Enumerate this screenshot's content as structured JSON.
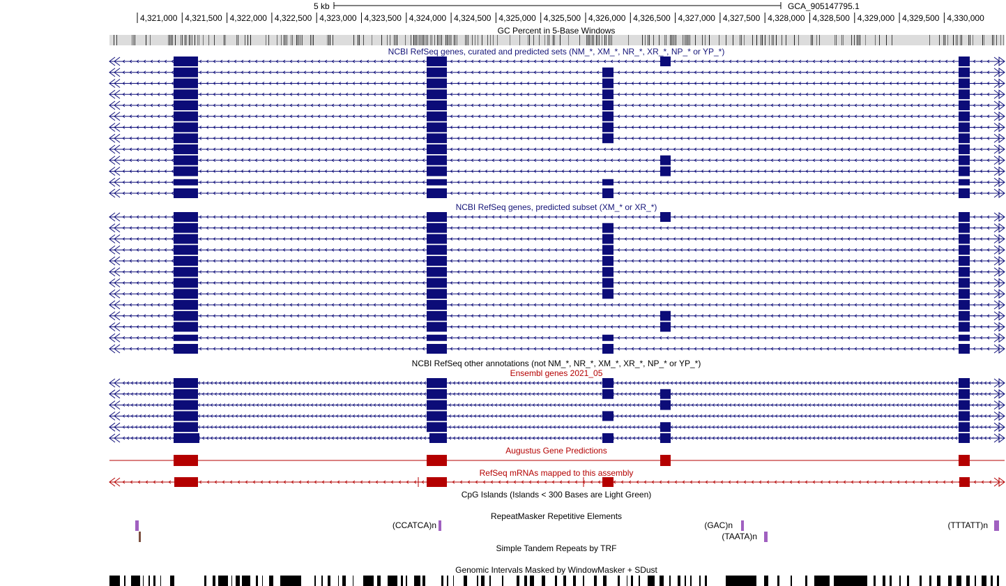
{
  "ruler": {
    "scale_label": "5 kb",
    "assembly_label": "GCA_905147795.1",
    "positions": [
      "4,321,000",
      "4,321,500",
      "4,322,000",
      "4,322,500",
      "4,323,000",
      "4,323,500",
      "4,324,000",
      "4,324,500",
      "4,325,000",
      "4,325,500",
      "4,326,000",
      "4,326,500",
      "4,327,000",
      "4,327,500",
      "4,328,000",
      "4,328,500",
      "4,329,000",
      "4,329,500",
      "4,330,000"
    ]
  },
  "colors": {
    "refseq": "#0c0c78",
    "title_navy": "#141478",
    "ensembl_title": "#b40000",
    "augustus": "#b40000",
    "cpg": "#a060c0",
    "tandem": "#7c5040"
  },
  "tracks": {
    "gc_title": "GC Percent in 5-Base Windows",
    "refseq_all_title": "NCBI RefSeq genes, curated and predicted sets (NM_*, XM_*, NR_*, XR_*, NP_* or YP_*)",
    "refseq_pred_title": "NCBI RefSeq genes, predicted subset (XM_* or XR_*)",
    "refseq_other_title": "NCBI RefSeq other annotations (not NM_*, NR_*, XM_*, XR_*, NP_* or YP_*)",
    "ensembl_title": "Ensembl genes 2021_05",
    "augustus_title": "Augustus Gene Predictions",
    "mrna_title": "RefSeq mRNAs mapped to this assembly",
    "cpg_title": "CpG Islands (Islands < 300 Bases are Light Green)",
    "repeatmasker_title": "RepeatMasker Repetitive Elements",
    "trf_title": "Simple Tandem Repeats by TRF",
    "windowmasker_title": "Genomic Intervals Masked by WindowMasker + SDust"
  },
  "repeat_labels": {
    "ccatca": "(CCATCA)n",
    "gac": "(GAC)n",
    "tttatt": "(TTTATT)n",
    "taata": "(TAATA)n"
  }
}
